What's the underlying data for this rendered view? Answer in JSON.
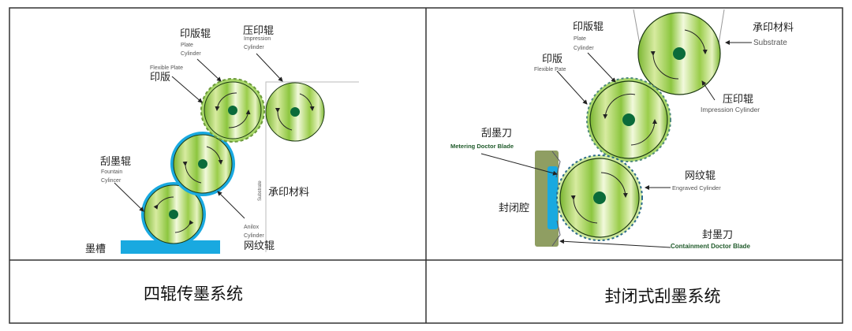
{
  "left_panel": {
    "caption": "四辊传墨系统",
    "labels": {
      "plate_cylinder_zh": "印版辊",
      "plate_cylinder_en1": "Plate",
      "plate_cylinder_en2": "Cylinder",
      "impression_zh": "压印辊",
      "impression_en1": "Impression",
      "impression_en2": "Cylinder",
      "flexible_plate_en": "Flexible Plate",
      "flexible_plate_zh": "印版",
      "fountain_zh": "刮墨辊",
      "fountain_en1": "Fountain",
      "fountain_en2": "Cylincer",
      "substrate_en": "Substrate",
      "substrate_zh": "承印材料",
      "anilox_en1": "Anilox",
      "anilox_en2": "Cylinder",
      "anilox_zh": "网纹辊",
      "ink_tray_zh": "墨槽"
    }
  },
  "right_panel": {
    "caption": "封闭式刮墨系统",
    "labels": {
      "substrate_zh": "承印材料",
      "substrate_en": "Substrate",
      "plate_cylinder_zh": "印版辊",
      "plate_cylinder_en1": "Plate",
      "plate_cylinder_en2": "Cylinder",
      "flexible_plate_zh": "印版",
      "flexible_plate_en": "Flexible Pate",
      "impression_zh": "压印辊",
      "impression_en": "Impression Cylinder",
      "metering_zh": "刮墨刀",
      "metering_en": "Metering Doctor Blade",
      "engraved_zh": "网纹辊",
      "engraved_en": "Engraved Cylinder",
      "chamber_zh": "封闭腔",
      "containment_zh": "封墨刀",
      "containment_en": "Containment Doctor Blade"
    }
  },
  "colors": {
    "ink_blue": "#19a9e0",
    "cylinder_green": "#8cc63f",
    "hub": "#0b6b3a",
    "chamber": "#8f9e62",
    "metering_label": "#1f5a2a"
  }
}
